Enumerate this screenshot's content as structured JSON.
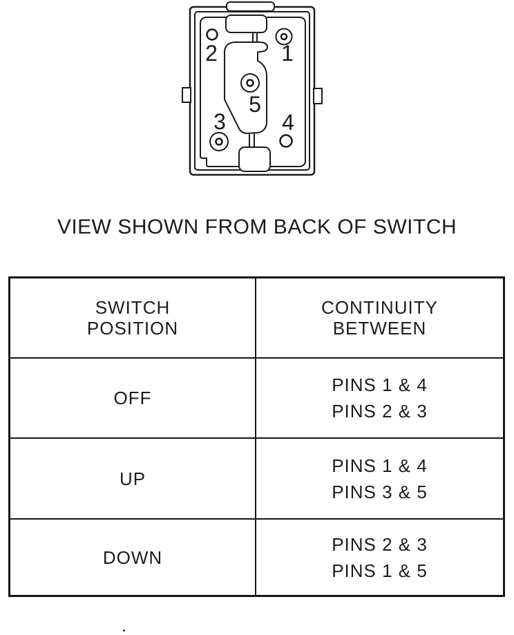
{
  "page": {
    "caption": "VIEW SHOWN FROM BACK OF SWITCH"
  },
  "diagram": {
    "title": "switch-connector-back-view",
    "pins": [
      {
        "label": "1",
        "type": "ringed-terminal"
      },
      {
        "label": "2",
        "type": "plain-hole"
      },
      {
        "label": "3",
        "type": "ringed-terminal"
      },
      {
        "label": "4",
        "type": "plain-hole"
      },
      {
        "label": "5",
        "type": "ringed-terminal"
      }
    ]
  },
  "table": {
    "col1_header": [
      "SWITCH",
      "POSITION"
    ],
    "col2_header": [
      "CONTINUITY",
      "BETWEEN"
    ],
    "rows": [
      {
        "position": "OFF",
        "continuity_line1": "PINS 1 & 4",
        "continuity_line2": "PINS 2 & 3"
      },
      {
        "position": "UP",
        "continuity_line1": "PINS 1 & 4",
        "continuity_line2": "PINS 3 & 5"
      },
      {
        "position": "DOWN",
        "continuity_line1": "PINS 2 & 3",
        "continuity_line2": "PINS 1 & 5"
      }
    ]
  },
  "colors": {
    "ink": "#1a1a1a",
    "paper": "#ffffff"
  }
}
